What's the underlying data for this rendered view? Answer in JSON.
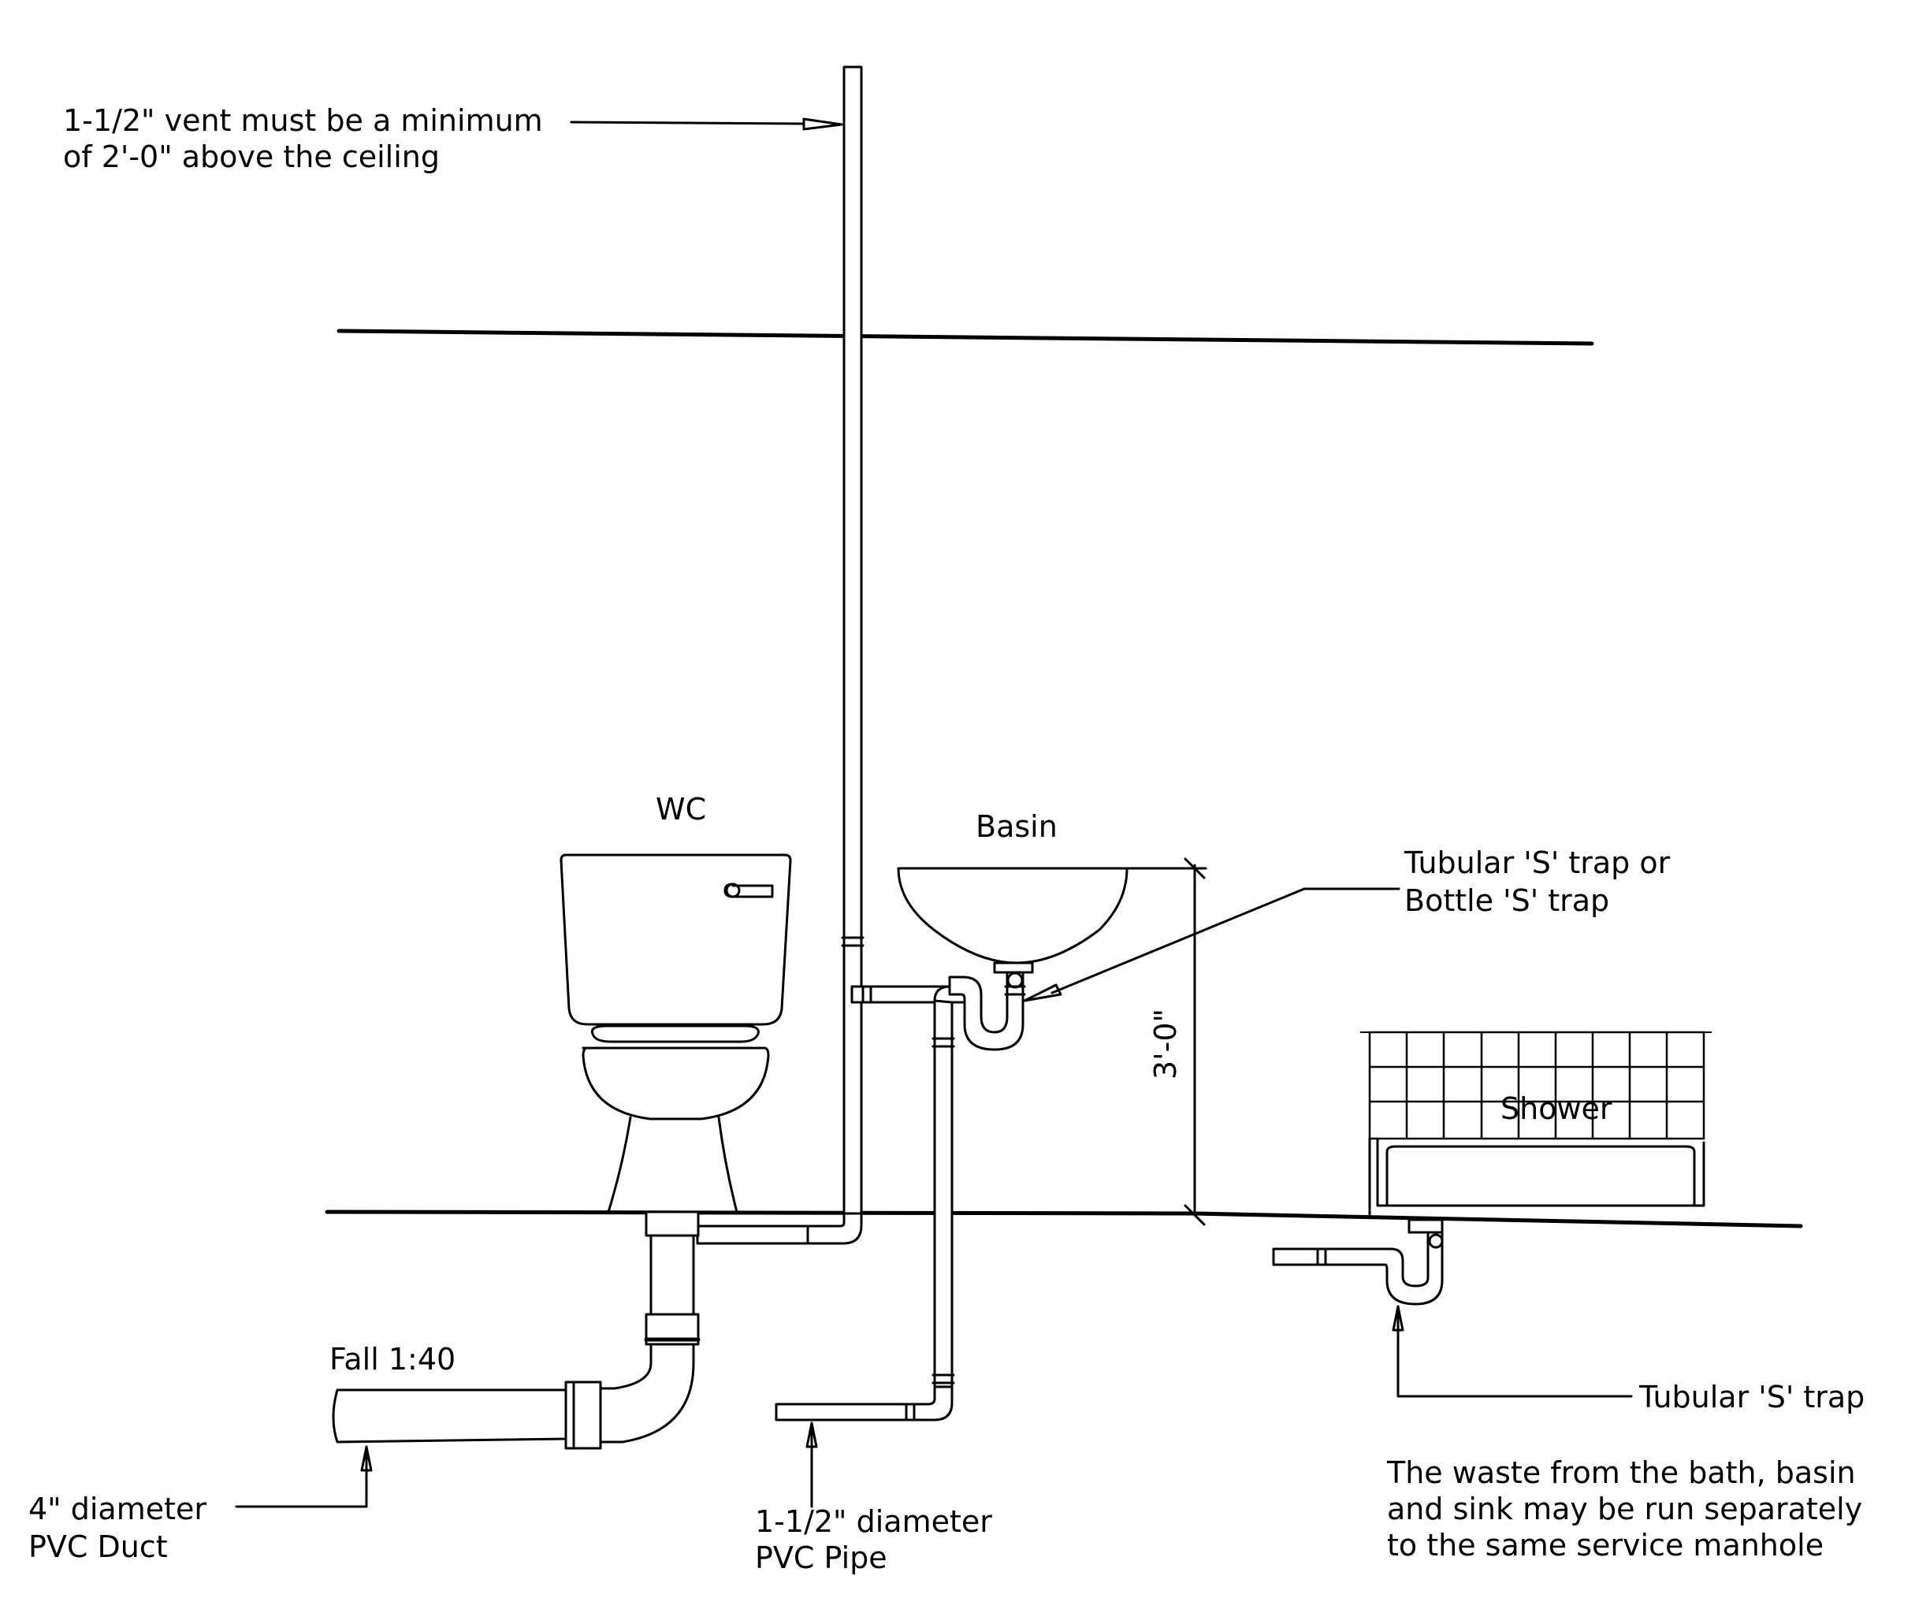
{
  "labels": {
    "vent_note": [
      "1-1/2\" vent must be a minimum",
      "of 2'-0\" above the ceiling"
    ],
    "wc": "WC",
    "basin": "Basin",
    "trap_note": [
      "Tubular 'S' trap or",
      "Bottle 'S' trap"
    ],
    "dimension": "3'-0\"",
    "shower": "Shower",
    "fall": "Fall 1:40",
    "duct_note": [
      "4\" diameter",
      "PVC Duct"
    ],
    "pipe_note": [
      "1-1/2\" diameter",
      "PVC Pipe"
    ],
    "shower_trap_note": "Tubular 'S' trap",
    "waste_note": [
      "The waste from the bath, basin",
      "and sink may be run separately",
      "to the same service manhole"
    ]
  }
}
